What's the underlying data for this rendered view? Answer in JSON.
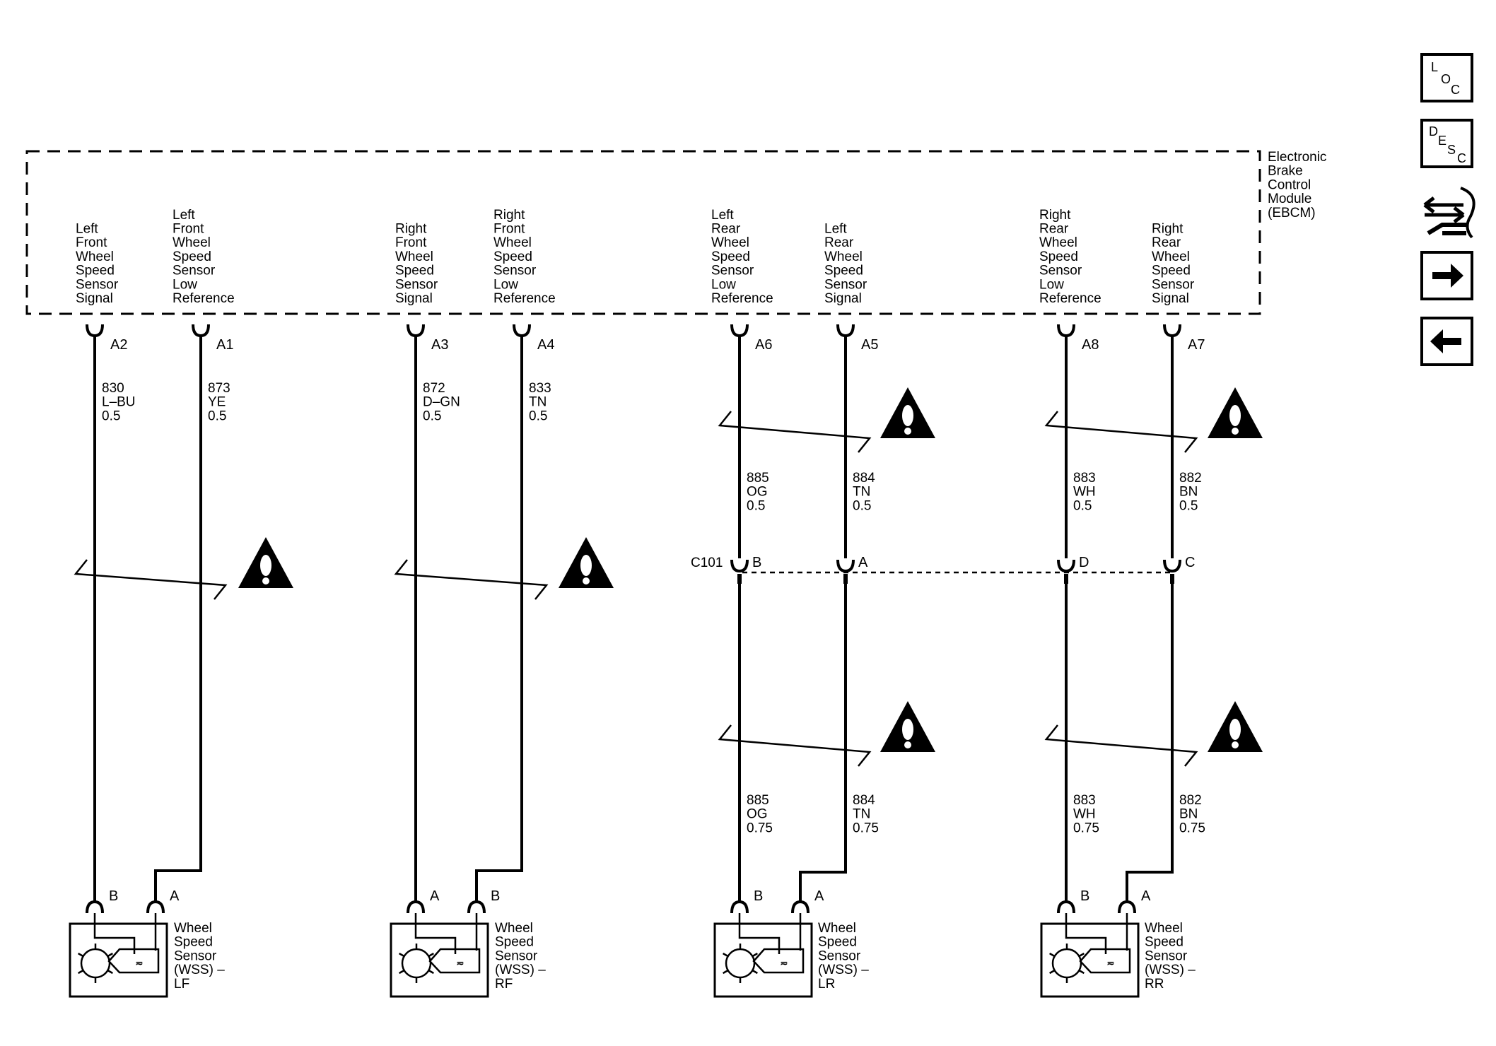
{
  "module": {
    "lines": [
      "Electronic",
      "Brake",
      "Control",
      "Module",
      "(EBCM)"
    ]
  },
  "nav_buttons": [
    {
      "name": "loc-button",
      "icon": "loc-icon",
      "glyphs": [
        "L",
        "O",
        "C"
      ]
    },
    {
      "name": "desc-button",
      "icon": "desc-icon",
      "glyphs": [
        "D",
        "E",
        "S",
        "C"
      ]
    },
    {
      "name": "connector-tool-button",
      "icon": "connector-wrench-icon"
    },
    {
      "name": "next-button",
      "icon": "arrow-right-icon"
    },
    {
      "name": "back-button",
      "icon": "arrow-left-icon"
    }
  ],
  "ebcm_pins": [
    {
      "id": "A2",
      "lines": [
        "Left",
        "Front",
        "Wheel",
        "Speed",
        "Sensor",
        "Signal"
      ],
      "wire": [
        "830",
        "L–BU",
        "0.5"
      ]
    },
    {
      "id": "A1",
      "lines": [
        "Left",
        "Front",
        "Wheel",
        "Speed",
        "Sensor",
        "Low",
        "Reference"
      ],
      "wire": [
        "873",
        "YE",
        "0.5"
      ]
    },
    {
      "id": "A3",
      "lines": [
        "Right",
        "Front",
        "Wheel",
        "Speed",
        "Sensor",
        "Signal"
      ],
      "wire": [
        "872",
        "D–GN",
        "0.5"
      ]
    },
    {
      "id": "A4",
      "lines": [
        "Right",
        "Front",
        "Wheel",
        "Speed",
        "Sensor",
        "Low",
        "Reference"
      ],
      "wire": [
        "833",
        "TN",
        "0.5"
      ]
    },
    {
      "id": "A6",
      "lines": [
        "Left",
        "Rear",
        "Wheel",
        "Speed",
        "Sensor",
        "Low",
        "Reference"
      ],
      "wire": [
        "885",
        "OG",
        "0.5"
      ],
      "wire_lower": [
        "885",
        "OG",
        "0.75"
      ],
      "c101": "B"
    },
    {
      "id": "A5",
      "lines": [
        "Left",
        "Rear",
        "Wheel",
        "Speed",
        "Sensor",
        "Signal"
      ],
      "wire": [
        "884",
        "TN",
        "0.5"
      ],
      "wire_lower": [
        "884",
        "TN",
        "0.75"
      ],
      "c101": "A"
    },
    {
      "id": "A8",
      "lines": [
        "Right",
        "Rear",
        "Wheel",
        "Speed",
        "Sensor",
        "Low",
        "Reference"
      ],
      "wire": [
        "883",
        "WH",
        "0.5"
      ],
      "wire_lower": [
        "883",
        "WH",
        "0.75"
      ],
      "c101": "D"
    },
    {
      "id": "A7",
      "lines": [
        "Right",
        "Rear",
        "Wheel",
        "Speed",
        "Sensor",
        "Signal"
      ],
      "wire": [
        "882",
        "BN",
        "0.5"
      ],
      "wire_lower": [
        "882",
        "BN",
        "0.75"
      ],
      "c101": "C"
    }
  ],
  "connector_c101": {
    "label": "C101"
  },
  "sensors": [
    {
      "id": "LF",
      "pins": [
        "B",
        "A"
      ],
      "lines": [
        "Wheel",
        "Speed",
        "Sensor",
        "(WSS) –",
        "LF"
      ]
    },
    {
      "id": "RF",
      "pins": [
        "A",
        "B"
      ],
      "lines": [
        "Wheel",
        "Speed",
        "Sensor",
        "(WSS) –",
        "RF"
      ]
    },
    {
      "id": "LR",
      "pins": [
        "B",
        "A"
      ],
      "lines": [
        "Wheel",
        "Speed",
        "Sensor",
        "(WSS) –",
        "LR"
      ]
    },
    {
      "id": "RR",
      "pins": [
        "B",
        "A"
      ],
      "lines": [
        "Wheel",
        "Speed",
        "Sensor",
        "(WSS) –",
        "RR"
      ]
    }
  ],
  "icons": {
    "twisted_pair": "twisted-pair-icon",
    "caution": "caution-icon"
  }
}
